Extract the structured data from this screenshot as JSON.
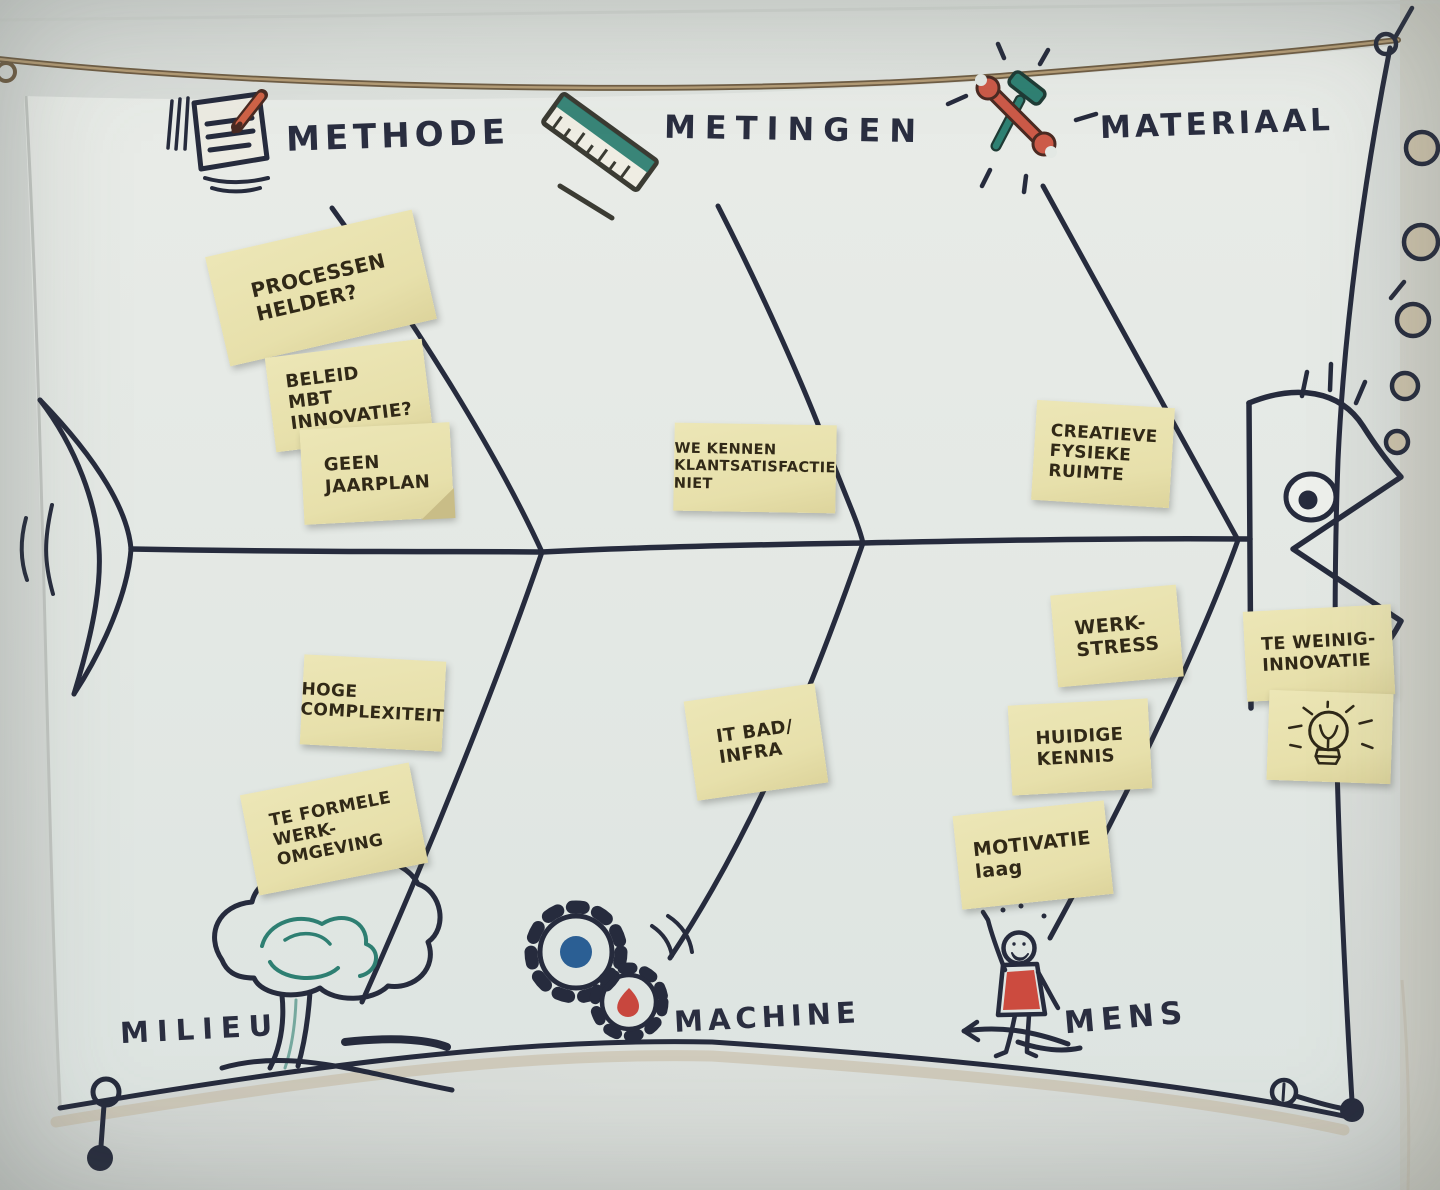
{
  "diagram_kind": "fishbone",
  "branches": [
    {
      "key": "methode",
      "label": "METHODE",
      "icon": "notepad-pencil-icon"
    },
    {
      "key": "metingen",
      "label": "METINGEN",
      "icon": "ruler-icon"
    },
    {
      "key": "materiaal",
      "label": "MATERIAAL",
      "icon": "wrench-hammer-icon"
    },
    {
      "key": "milieu",
      "label": "MILIEU",
      "icon": "tree-icon"
    },
    {
      "key": "machine",
      "label": "MACHINE",
      "icon": "gears-icon"
    },
    {
      "key": "mens",
      "label": "MENS",
      "icon": "stick-figure-icon"
    }
  ],
  "notes": [
    {
      "branch": "methode",
      "text": "PROCESSEN\nHELDER?"
    },
    {
      "branch": "methode",
      "text": "BELEID\nMBT\nINNOVATIE?"
    },
    {
      "branch": "methode",
      "text": "GEEN\nJAARPLAN"
    },
    {
      "branch": "metingen",
      "text": "WE KENNEN\nKLANTSATISFACTIE\nNIET"
    },
    {
      "branch": "materiaal",
      "text": "CREATIEVE\nFYSIEKE\nRUIMTE"
    },
    {
      "branch": "mens",
      "text": "WERK-\nSTRESS"
    },
    {
      "branch": "mens",
      "text": "HUIDIGE\nKENNIS"
    },
    {
      "branch": "mens",
      "text": "MOTIVATIE\nlaag"
    },
    {
      "branch": "machine",
      "text": "IT BAD/\nINFRA"
    },
    {
      "branch": "milieu",
      "text": "HOGE\nCOMPLEXITEIT"
    },
    {
      "branch": "milieu",
      "text": "TE FORMELE\nWERK-\nOMGEVING"
    },
    {
      "branch": "effect",
      "text": "TE WEINIG-\nINNOVATIE"
    }
  ],
  "effect_icon": "lightbulb-icon",
  "colors": {
    "paper": "#dbdfdb",
    "sheet": "#e7eae6",
    "ink": "#262b3d",
    "rope": "#8a7355",
    "note_yellow": "#e9e2af",
    "note_ink": "#312917",
    "marker_red": "#cc5a48",
    "marker_teal": "#2e7f72",
    "marker_blue": "#2b5f94"
  }
}
